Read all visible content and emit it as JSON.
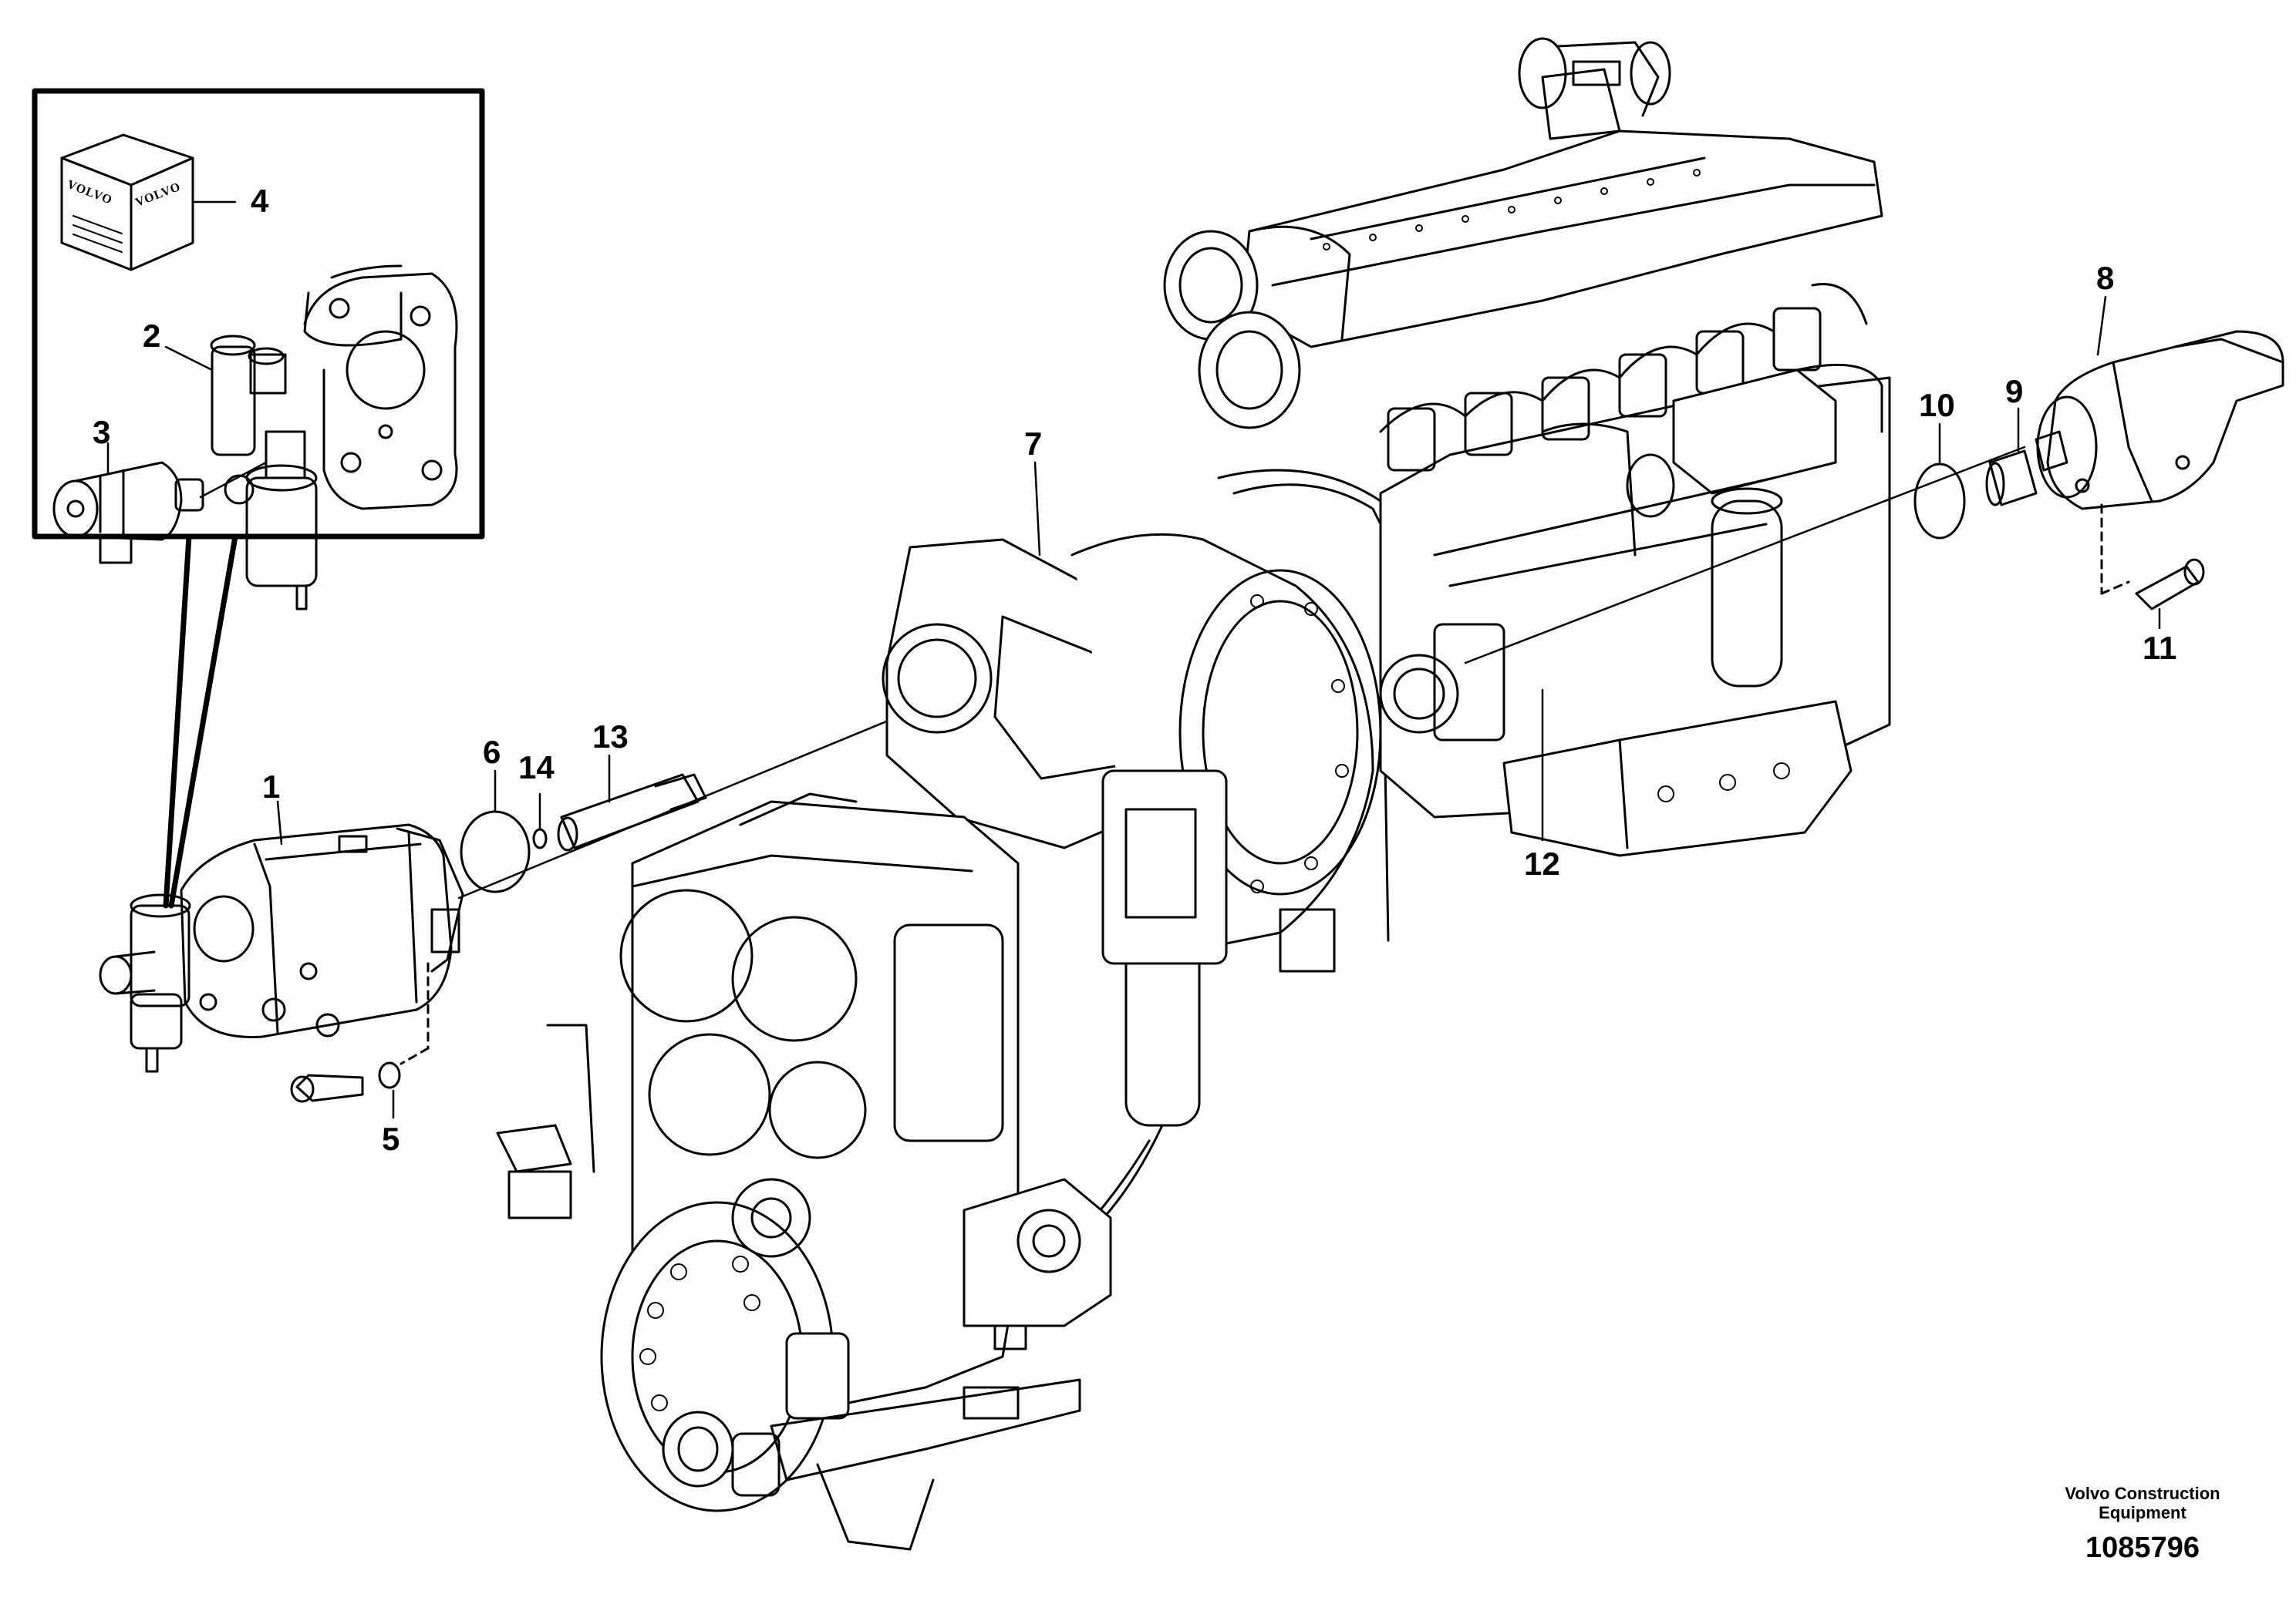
{
  "callouts": [
    {
      "id": "1",
      "text": "1"
    },
    {
      "id": "2",
      "text": "2"
    },
    {
      "id": "3",
      "text": "3"
    },
    {
      "id": "4",
      "text": "4"
    },
    {
      "id": "5",
      "text": "5"
    },
    {
      "id": "6",
      "text": "6"
    },
    {
      "id": "7",
      "text": "7"
    },
    {
      "id": "8",
      "text": "8"
    },
    {
      "id": "9",
      "text": "9"
    },
    {
      "id": "10",
      "text": "10"
    },
    {
      "id": "11",
      "text": "11"
    },
    {
      "id": "12",
      "text": "12"
    },
    {
      "id": "13",
      "text": "13"
    },
    {
      "id": "14",
      "text": "14"
    }
  ],
  "kit_box": {
    "brand_left": "VOLVO",
    "brand_right": "VOLVO"
  },
  "footer": {
    "company_line1": "Volvo Construction",
    "company_line2": "Equipment",
    "drawing_number": "1085796"
  }
}
